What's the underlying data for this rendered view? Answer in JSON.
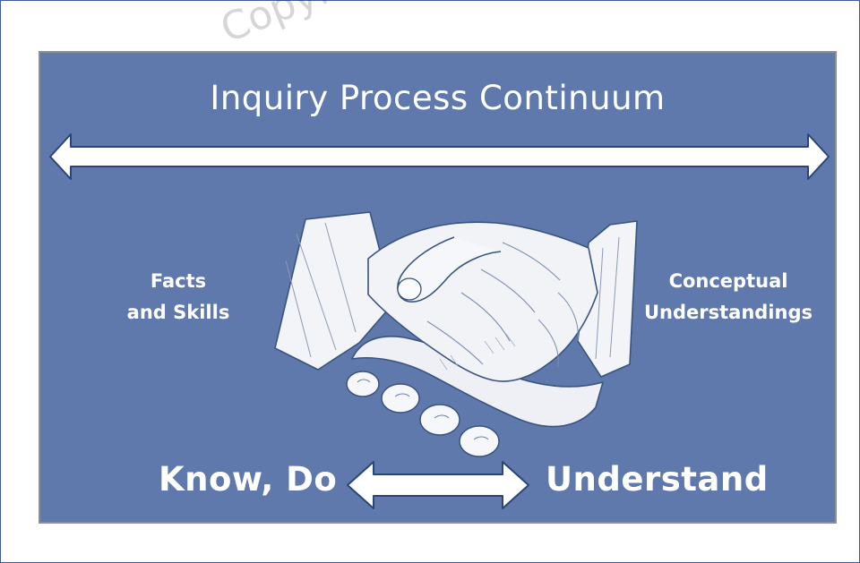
{
  "watermark": "Copyright",
  "title": "Inquiry Process Continuum",
  "left_label": {
    "line1": "Facts",
    "line2": "and Skills"
  },
  "right_label": {
    "line1": "Conceptual",
    "line2": "Understandings"
  },
  "bottom": {
    "left": "Know, Do",
    "right": "Understand"
  },
  "colors": {
    "panel": "#5f79ad",
    "text": "#ffffff",
    "arrow": "#ffffff",
    "arrow_stroke": "#2c4478"
  },
  "icons": {
    "hands": "handshake-icon"
  }
}
